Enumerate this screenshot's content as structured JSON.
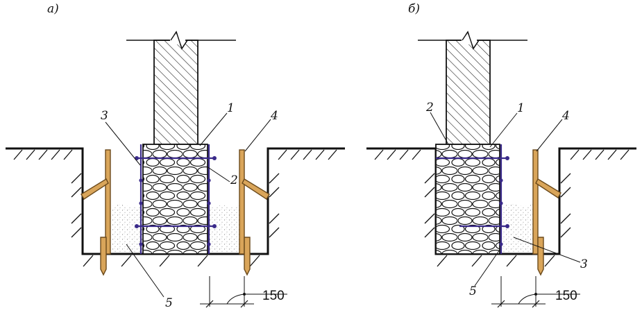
{
  "panels": [
    {
      "id": "a",
      "letter": "а)",
      "callouts": [
        "1",
        "2",
        "3",
        "4",
        "5"
      ],
      "dimension": "150"
    },
    {
      "id": "b",
      "letter": "б)",
      "callouts": [
        "1",
        "2",
        "3",
        "4",
        "5"
      ],
      "dimension": "150"
    }
  ],
  "colors": {
    "reinforcement": "#3a2a8a",
    "timber": "#d9a55a",
    "line": "#111111"
  }
}
